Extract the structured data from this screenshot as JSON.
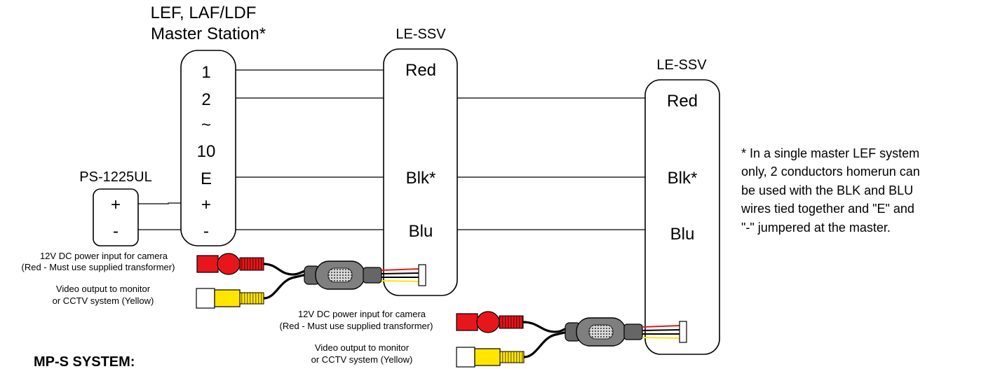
{
  "master": {
    "title_line1": "LEF, LAF/LDF",
    "title_line2": "Master Station*",
    "terminals": [
      "1",
      "2",
      "~",
      "10",
      "E",
      "+",
      "-"
    ]
  },
  "power_supply": {
    "label": "PS-1225UL",
    "terminals": [
      "+",
      "-"
    ]
  },
  "door_station_1": {
    "label": "LE-SSV",
    "terminals": [
      "Red",
      "Blk*",
      "Blu"
    ]
  },
  "door_station_2": {
    "label": "LE-SSV",
    "terminals": [
      "Red",
      "Blk*",
      "Blu"
    ]
  },
  "camera_leads_1": {
    "power_line1": "12V DC power input for camera",
    "power_line2": "(Red - Must use supplied transformer)",
    "video_line1": "Video output to monitor",
    "video_line2": "or CCTV system (Yellow)"
  },
  "camera_leads_2": {
    "power_line1": "12V DC power input for camera",
    "power_line2": "(Red - Must use supplied transformer)",
    "video_line1": "Video output to monitor",
    "video_line2": "or CCTV system (Yellow)"
  },
  "footnote": {
    "line1": "* In a single master LEF system",
    "line2": "only, 2 conductors homerun can",
    "line3": "be used with the BLK and BLU",
    "line4": "wires tied together and \"E\" and",
    "line5": "\"-\" jumpered at the master."
  },
  "system_heading": "MP-S SYSTEM:",
  "colors": {
    "red_plug": "#e8161b",
    "yellow_plug": "#ffe600",
    "cable_gray": "#7f7f7f",
    "wire_black": "#000000"
  }
}
